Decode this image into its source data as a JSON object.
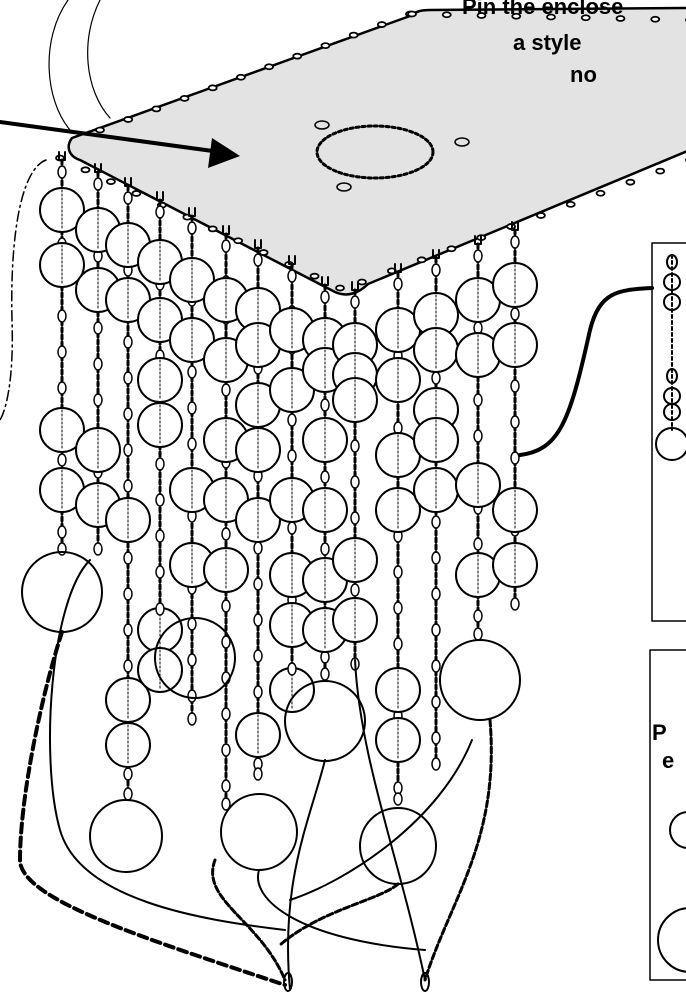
{
  "instruction_text": {
    "line1": "Pin the enclose",
    "line2": "a style",
    "line3": "no"
  },
  "side_panel_text": {
    "line1": "P",
    "line2": "e"
  },
  "colors": {
    "stroke": "#000000",
    "ceiling_fill": "#e3e3e3",
    "background": "#ffffff"
  },
  "strands": [
    {
      "name": "strand-1",
      "beads": 4,
      "weight": "large-disc"
    },
    {
      "name": "strand-2",
      "beads": 4,
      "weight": "none"
    },
    {
      "name": "strand-3",
      "beads": 6,
      "weight": "disc"
    },
    {
      "name": "strand-4",
      "beads": 5,
      "weight": "large-disc"
    },
    {
      "name": "strand-5",
      "beads": 6,
      "weight": "none"
    },
    {
      "name": "strand-6",
      "beads": 7,
      "weight": "disc"
    },
    {
      "name": "strand-7",
      "beads": 6,
      "weight": "large-disc"
    },
    {
      "name": "strand-8",
      "beads": 6,
      "weight": "none"
    },
    {
      "name": "strand-9",
      "beads": 5,
      "weight": "disc"
    },
    {
      "name": "strand-10",
      "beads": 6,
      "weight": "none"
    },
    {
      "name": "strand-11",
      "beads": 6,
      "weight": "large-disc"
    },
    {
      "name": "strand-12",
      "beads": 5,
      "weight": "none"
    }
  ]
}
